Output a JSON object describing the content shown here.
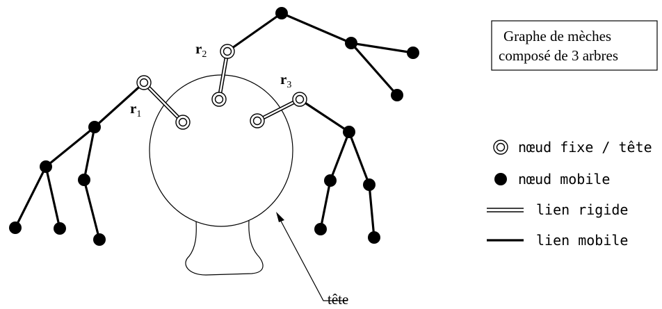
{
  "title": {
    "line1": "Graphe de mèches",
    "line2": "composé de 3 arbres"
  },
  "roots": {
    "r1": {
      "letter": "r",
      "sub": "1"
    },
    "r2": {
      "letter": "r",
      "sub": "2"
    },
    "r3": {
      "letter": "r",
      "sub": "3"
    }
  },
  "head_label": "tête",
  "legend": {
    "fixed_node": "nœud fixe / tête",
    "mobile_node": "nœud mobile",
    "rigid_link": "lien rigide",
    "mobile_link": "lien mobile"
  },
  "icons": {
    "fixed_node": "double-circle-icon",
    "mobile_node": "filled-circle-icon",
    "rigid_link": "double-line-icon",
    "mobile_link": "thick-line-icon"
  }
}
